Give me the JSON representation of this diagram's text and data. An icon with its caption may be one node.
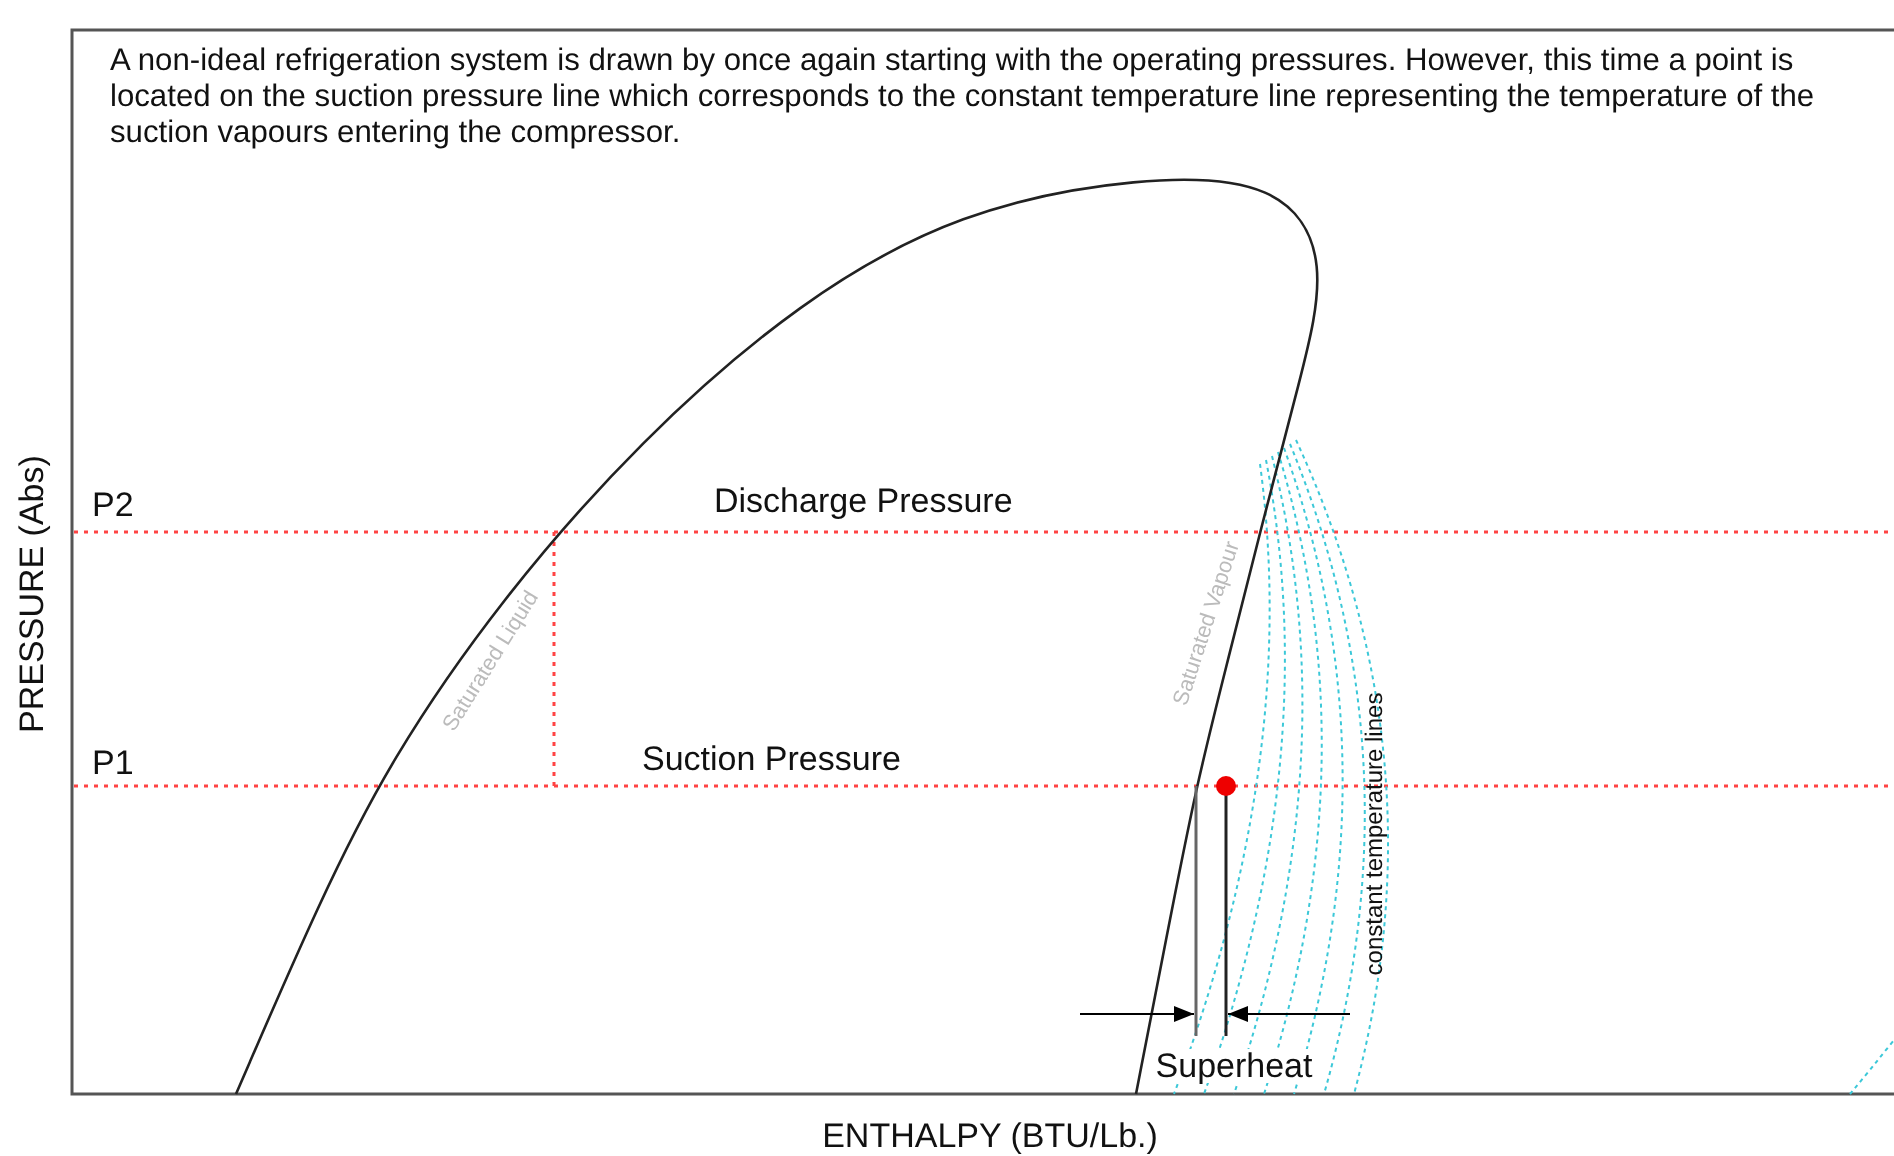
{
  "diagram": {
    "labels": [
      "A non-ideal refrigeration system is drawn by once again starting with the operating pressures. However, this time a point is located on the suction pressure line which corresponds to the constant temperature line representing the temperature of the suction vapours entering the compressor.",
      "P2",
      "Discharge Pressure",
      "Saturated Vapour",
      "Saturated Liquid",
      "constant temperature lines",
      "P1",
      "Suction Pressure",
      "Superheat",
      "PRESSURE (Abs)",
      "ENTHALPY (BTU/Lb.)"
    ]
  }
}
